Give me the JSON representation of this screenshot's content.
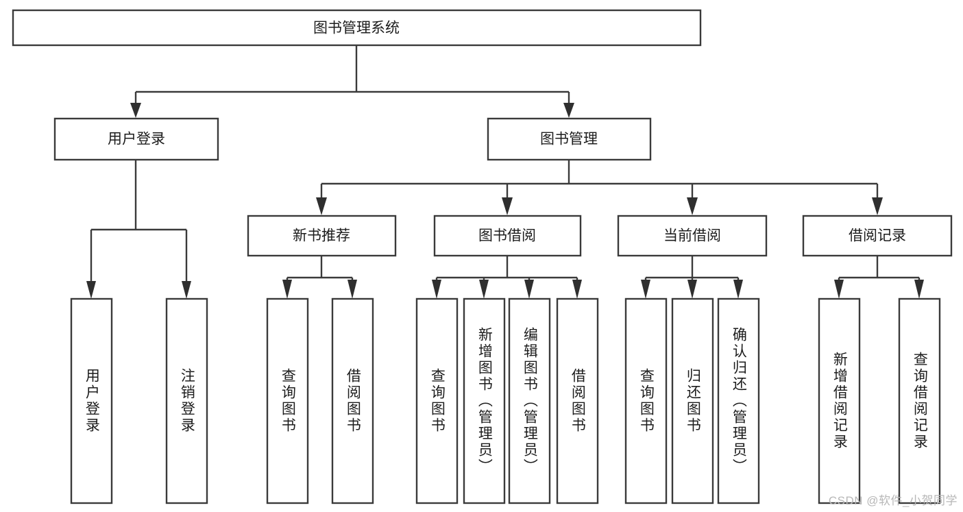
{
  "diagram": {
    "title": "图书管理系统",
    "type": "tree-hierarchy-diagram",
    "orientation": "top-down",
    "colors": {
      "box_stroke": "#3a3a3a",
      "box_fill": "#ffffff",
      "connector": "#3a3a3a",
      "text": "#1c1c1c",
      "background": "#ffffff",
      "watermark": "#b7b7b7"
    },
    "root": {
      "label": "图书管理系统"
    },
    "level2": [
      {
        "id": "user-login",
        "label": "用户登录"
      },
      {
        "id": "book-manage",
        "label": "图书管理"
      }
    ],
    "level3": [
      {
        "id": "new-book-recommend",
        "label": "新书推荐"
      },
      {
        "id": "book-borrow",
        "label": "图书借阅"
      },
      {
        "id": "current-borrow",
        "label": "当前借阅"
      },
      {
        "id": "borrow-record",
        "label": "借阅记录"
      }
    ],
    "leaves": {
      "user_login": [
        {
          "id": "leaf-user-login",
          "label": "用户登录"
        },
        {
          "id": "leaf-logout-login",
          "label": "注销登录"
        }
      ],
      "new_book_recommend": [
        {
          "id": "leaf-query-book-1",
          "label": "查询图书"
        },
        {
          "id": "leaf-borrow-book-1",
          "label": "借阅图书"
        }
      ],
      "book_borrow": [
        {
          "id": "leaf-query-book-2",
          "label": "查询图书"
        },
        {
          "id": "leaf-add-book",
          "label": "新增图书（管理员）"
        },
        {
          "id": "leaf-edit-book",
          "label": "编辑图书（管理员）"
        },
        {
          "id": "leaf-borrow-book-2",
          "label": "借阅图书"
        }
      ],
      "current_borrow": [
        {
          "id": "leaf-query-book-3",
          "label": "查询图书"
        },
        {
          "id": "leaf-return-book",
          "label": "归还图书"
        },
        {
          "id": "leaf-confirm-return",
          "label": "确认归还（管理员）"
        }
      ],
      "borrow_record": [
        {
          "id": "leaf-add-record",
          "label": "新增借阅记录"
        },
        {
          "id": "leaf-query-record",
          "label": "查询借阅记录"
        }
      ]
    }
  },
  "watermark": {
    "text": "CSDN @软件_小贺同学"
  }
}
